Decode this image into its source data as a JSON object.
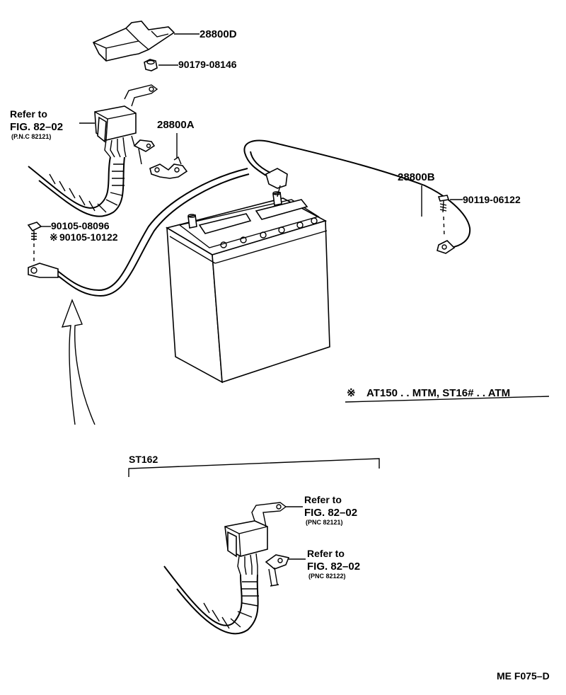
{
  "labels": {
    "part_28800D": "28800D",
    "part_90179": "90179-08146",
    "refer_to_1": "Refer to",
    "fig_1": "FIG. 82–02",
    "pnc_1": "(P.N.C 82121)",
    "part_28800A": "28800A",
    "part_28800B": "28800B",
    "part_90119": "90119-06122",
    "part_90105_a": "90105-08096",
    "part_90105_b": "90105-10122",
    "note": "AT150 . . MTM, ST16# . . ATM",
    "st162": "ST162",
    "refer_to_2": "Refer to",
    "fig_2": "FIG. 82–02",
    "pnc_2": "(PNC 82121)",
    "refer_to_3": "Refer to",
    "fig_3": "FIG. 82–02",
    "pnc_3": "(PNC 82122)",
    "code": "ME F075–D"
  },
  "symbols": {
    "asterisk": "※"
  }
}
